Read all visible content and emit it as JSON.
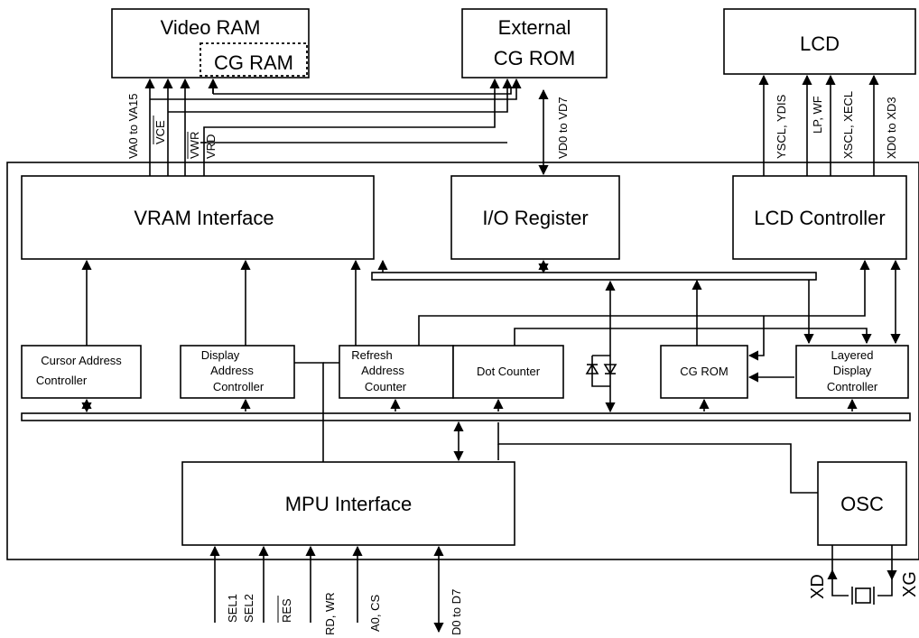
{
  "blocks": {
    "video_ram": "Video RAM",
    "cg_ram": "CG RAM",
    "external_cg_rom_line1": "External",
    "external_cg_rom_line2": "CG ROM",
    "lcd": "LCD",
    "vram_interface": "VRAM Interface",
    "io_register": "I/O Register",
    "lcd_controller": "LCD Controller",
    "cursor_address_line1": "Cursor Address",
    "cursor_address_line2": "Controller",
    "display_address_line1": "Display",
    "display_address_line2": "Address",
    "display_address_line3": "Controller",
    "refresh_address_line1": "Refresh",
    "refresh_address_line2": "Address",
    "refresh_address_line3": "Counter",
    "dot_counter": "Dot Counter",
    "cg_rom": "CG ROM",
    "layered_display_line1": "Layered",
    "layered_display_line2": "Display",
    "layered_display_line3": "Controller",
    "mpu_interface": "MPU Interface",
    "osc": "OSC"
  },
  "signals": {
    "va": "VA0 to VA15",
    "vce": "VCE",
    "vwr": "VWR",
    "vrd": "VRD",
    "vd": "VD0 to VD7",
    "yscl_ydis": "YSCL, YDIS",
    "lp_wf": "LP, WF",
    "xscl_xecl": "XSCL, XECL",
    "xd0_xd3": "XD0 to XD3",
    "sel1": "SEL1",
    "sel2": "SEL2",
    "res": "RES",
    "rd_wr": "RD, WR",
    "a0_cs": "A0, CS",
    "d0_d7": "D0 to D7",
    "xd": "XD",
    "xg": "XG"
  }
}
